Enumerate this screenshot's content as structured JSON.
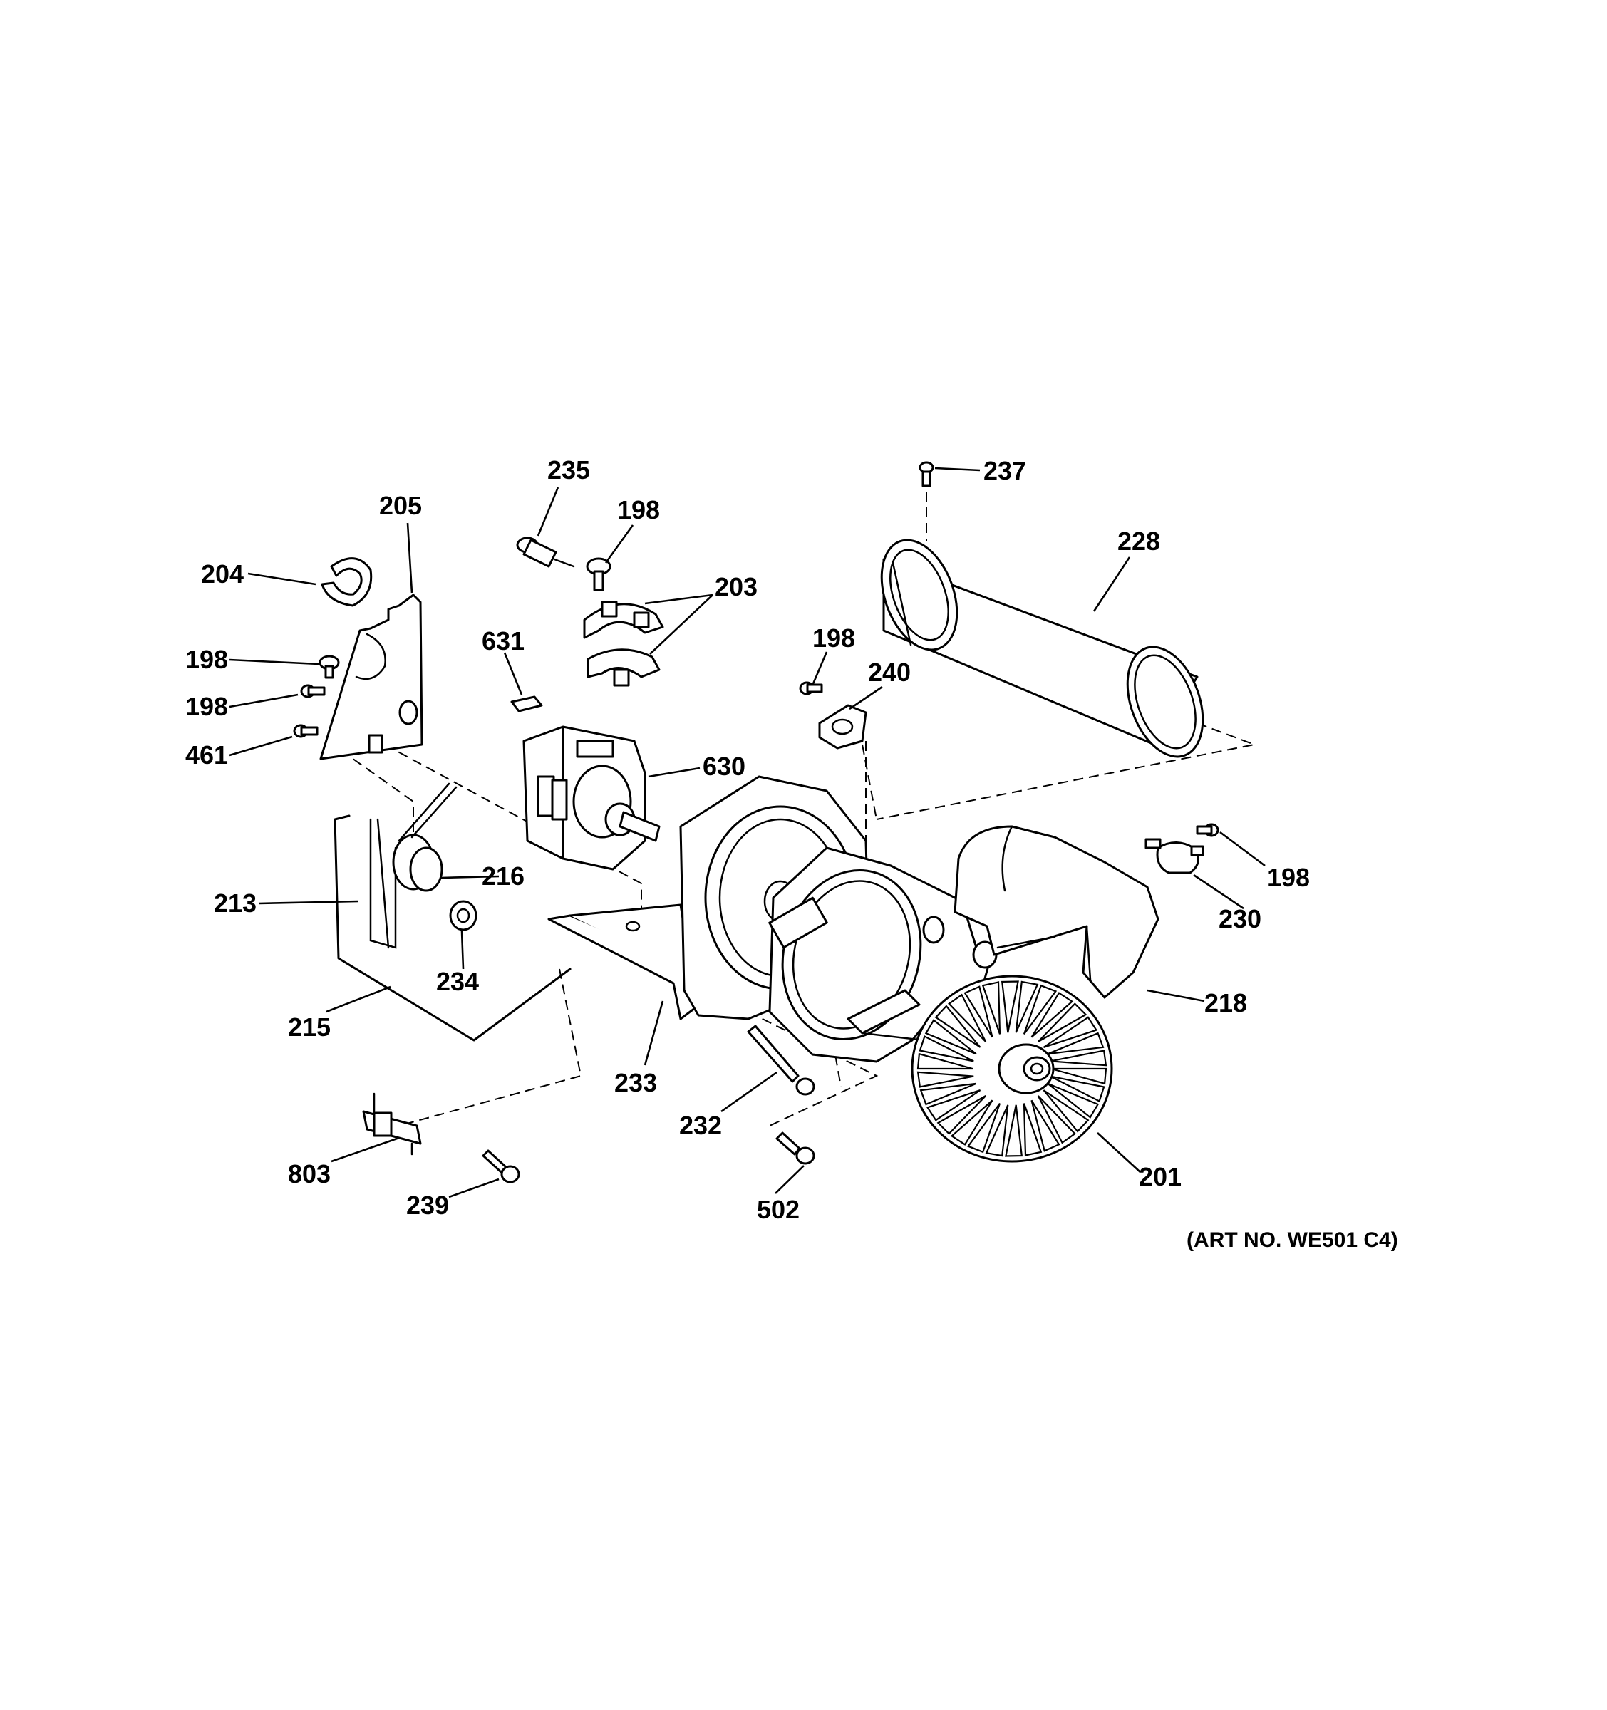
{
  "diagram": {
    "art_number": "(ART NO. WE501 C4)",
    "callouts": [
      {
        "id": "c237",
        "label": "237"
      },
      {
        "id": "c235",
        "label": "235"
      },
      {
        "id": "c205",
        "label": "205"
      },
      {
        "id": "c198a",
        "label": "198"
      },
      {
        "id": "c228",
        "label": "228"
      },
      {
        "id": "c204",
        "label": "204"
      },
      {
        "id": "c203",
        "label": "203"
      },
      {
        "id": "c631",
        "label": "631"
      },
      {
        "id": "c198b",
        "label": "198"
      },
      {
        "id": "c198c",
        "label": "198"
      },
      {
        "id": "c240",
        "label": "240"
      },
      {
        "id": "c198d",
        "label": "198"
      },
      {
        "id": "c461",
        "label": "461"
      },
      {
        "id": "c630",
        "label": "630"
      },
      {
        "id": "c216",
        "label": "216"
      },
      {
        "id": "c198e",
        "label": "198"
      },
      {
        "id": "c213",
        "label": "213"
      },
      {
        "id": "c230",
        "label": "230"
      },
      {
        "id": "c234",
        "label": "234"
      },
      {
        "id": "c218",
        "label": "218"
      },
      {
        "id": "c215",
        "label": "215"
      },
      {
        "id": "c233",
        "label": "233"
      },
      {
        "id": "c232",
        "label": "232"
      },
      {
        "id": "c201",
        "label": "201"
      },
      {
        "id": "c803",
        "label": "803"
      },
      {
        "id": "c239",
        "label": "239"
      },
      {
        "id": "c502",
        "label": "502"
      }
    ]
  }
}
